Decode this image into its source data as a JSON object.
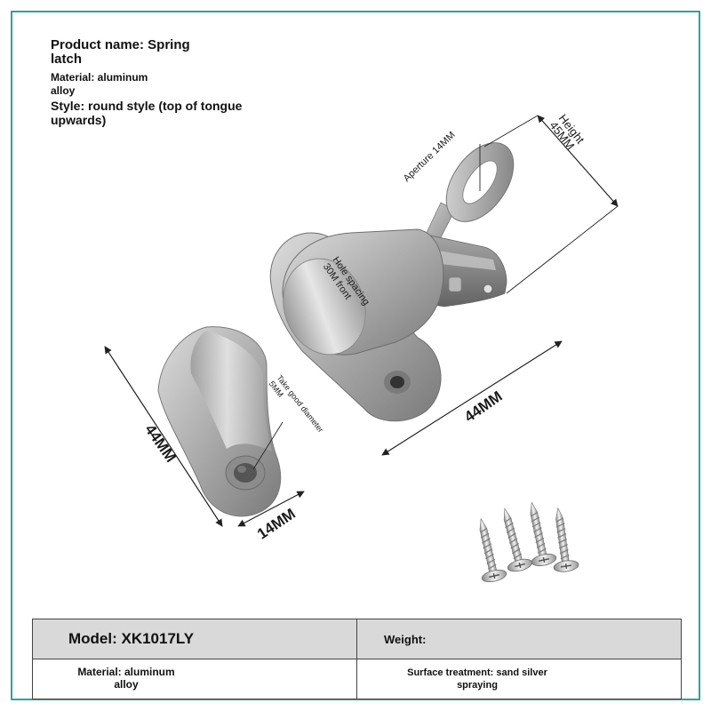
{
  "header": {
    "product_name": "Product name: Spring latch",
    "material": "Material: aluminum alloy",
    "style": "Style: round style (top of tongue upwards)"
  },
  "annotations": {
    "aperture": "Aperture 14MM",
    "height_label": "Height",
    "height_value": "45MM",
    "hole_spacing_line1": "Hole spacing",
    "hole_spacing_line2": "30M front",
    "diameter_line1": "Take good diameter",
    "diameter_line2": "5MM",
    "stopper_height": "44MM",
    "stopper_width": "14MM",
    "latch_length": "44MM"
  },
  "spec_table": {
    "rows": [
      [
        {
          "text": "Model: XK1017LY"
        },
        {
          "text": "Weight:"
        }
      ],
      [
        {
          "text": "Material: aluminum alloy"
        },
        {
          "text": "Surface treatment: sand silver spraying"
        }
      ]
    ]
  },
  "colors": {
    "frame": "#2fa39b",
    "table_header_bg": "#d9d9d9"
  }
}
